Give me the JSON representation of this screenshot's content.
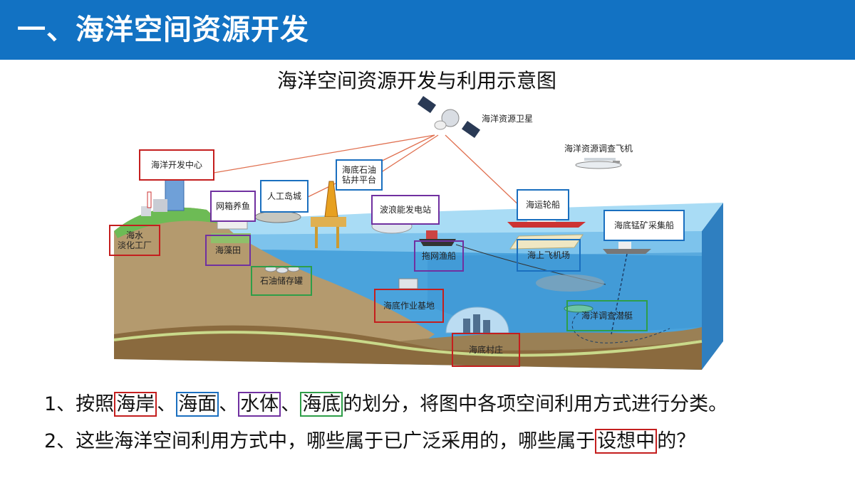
{
  "header": {
    "title": "一、海洋空间资源开发"
  },
  "diagram": {
    "title": "海洋空间资源开发与利用示意图",
    "plain_labels": {
      "satellite": "海洋资源卫星",
      "aircraft": "海洋资源调查飞机"
    },
    "labels": {
      "development_center": "海洋开发中心",
      "cage_fish": "网箱养鱼",
      "artificial_island": "人工岛城",
      "oil_rig": "海底石油\n钻井平台",
      "wave_power": "波浪能发电站",
      "ship": "海运轮船",
      "manganese_ship": "海底锰矿采集船",
      "desalination": "海水\n淡化工厂",
      "seaweed": "海藻田",
      "trawler": "拖网渔船",
      "sea_airport": "海上飞机场",
      "oil_storage": "石油储存罐",
      "seabed_base": "海底作业基地",
      "submarine": "海洋调查潜艇",
      "seabed_village": "海底村庄"
    },
    "colors": {
      "coast": "#c41e1e",
      "surface": "#1a6fbf",
      "water": "#7030a0",
      "seabed": "#2e9e48"
    }
  },
  "questions": {
    "q1": {
      "prefix": "1、按照",
      "coast": "海岸",
      "sep1": "、",
      "surface": "海面",
      "sep2": "、",
      "water": "水体",
      "sep3": "、",
      "seabed": "海底",
      "suffix": "的划分，将图中各项空间利用方式进行分类。"
    },
    "q2": {
      "prefix": "2、这些海洋空间利用方式中，哪些属于已广泛采用的，哪些属于",
      "highlight": "设想中",
      "suffix": "的？"
    }
  }
}
